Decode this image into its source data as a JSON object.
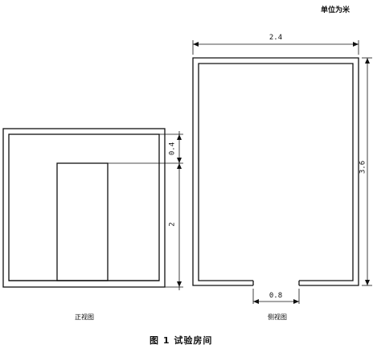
{
  "unit_note": "单位为米",
  "figure_caption": "图 1  试验房间",
  "front_view": {
    "caption": "正视图",
    "dimensions": {
      "top_height": "0.4",
      "door_height": "2"
    }
  },
  "side_view": {
    "caption": "侧视图",
    "dimensions": {
      "width": "2.4",
      "depth": "3.6",
      "opening": "0.8"
    }
  }
}
